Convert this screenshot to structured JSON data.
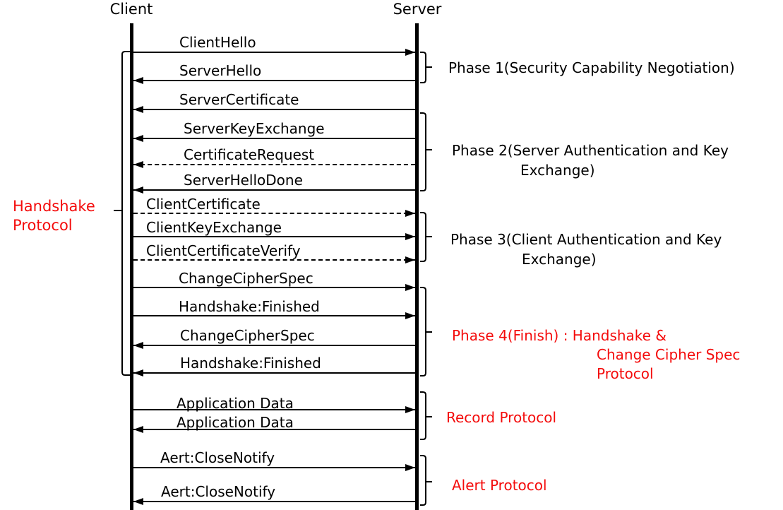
{
  "diagram": {
    "actors": {
      "client": "Client",
      "server": "Server"
    },
    "messages": [
      {
        "label": "ClientHello",
        "from": "client",
        "to": "server",
        "line_style": "solid"
      },
      {
        "label": "ServerHello",
        "from": "server",
        "to": "client",
        "line_style": "solid"
      },
      {
        "label": "ServerCertificate",
        "from": "server",
        "to": "client",
        "line_style": "solid"
      },
      {
        "label": "ServerKeyExchange",
        "from": "server",
        "to": "client",
        "line_style": "solid"
      },
      {
        "label": "CertificateRequest",
        "from": "server",
        "to": "client",
        "line_style": "dashed"
      },
      {
        "label": "ServerHelloDone",
        "from": "server",
        "to": "client",
        "line_style": "solid"
      },
      {
        "label": "ClientCertificate",
        "from": "client",
        "to": "server",
        "line_style": "dashed"
      },
      {
        "label": "ClientKeyExchange",
        "from": "client",
        "to": "server",
        "line_style": "solid"
      },
      {
        "label": "ClientCertificateVerify",
        "from": "client",
        "to": "server",
        "line_style": "dashed"
      },
      {
        "label": "ChangeCipherSpec",
        "from": "client",
        "to": "server",
        "line_style": "solid"
      },
      {
        "label": "Handshake:Finished",
        "from": "client",
        "to": "server",
        "line_style": "solid"
      },
      {
        "label": "ChangeCipherSpec",
        "from": "server",
        "to": "client",
        "line_style": "solid"
      },
      {
        "label": "Handshake:Finished",
        "from": "server",
        "to": "client",
        "line_style": "solid"
      },
      {
        "label": "Application Data",
        "from": "client",
        "to": "server",
        "line_style": "solid"
      },
      {
        "label": "Application Data",
        "from": "server",
        "to": "client",
        "line_style": "solid"
      },
      {
        "label": "Aert:CloseNotify",
        "from": "client",
        "to": "server",
        "line_style": "solid"
      },
      {
        "label": "Aert:CloseNotify",
        "from": "server",
        "to": "client",
        "line_style": "solid"
      }
    ],
    "phases": [
      {
        "name": "phase-1",
        "color": "black",
        "lines": [
          "Phase 1(Security Capability Negotiation)"
        ]
      },
      {
        "name": "phase-2",
        "color": "black",
        "lines": [
          "Phase 2(Server Authentication and Key",
          "Exchange)"
        ]
      },
      {
        "name": "phase-3",
        "color": "black",
        "lines": [
          "Phase 3(Client Authentication and Key",
          "Exchange)"
        ]
      },
      {
        "name": "phase-4",
        "color": "red",
        "lines": [
          "Phase 4(Finish) : Handshake &",
          "Change Cipher Spec",
          "Protocol"
        ]
      },
      {
        "name": "record-protocol",
        "color": "red",
        "lines": [
          "Record Protocol"
        ]
      },
      {
        "name": "alert-protocol",
        "color": "red",
        "lines": [
          "Alert Protocol"
        ]
      }
    ],
    "side_label": {
      "color": "red",
      "lines": [
        "Handshake",
        "Protocol"
      ]
    },
    "colors": {
      "ink": "#000000",
      "red": "#f40b0b"
    }
  }
}
